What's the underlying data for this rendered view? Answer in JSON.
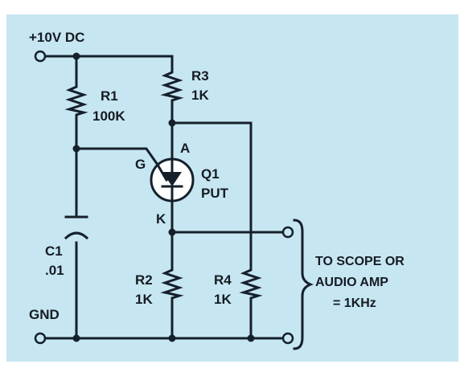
{
  "colors": {
    "panel": "#c6e6f2",
    "ink": "#15202a",
    "paper": "#ffffff"
  },
  "supply": {
    "label": "+10V DC"
  },
  "ground": {
    "label": "GND"
  },
  "r1": {
    "name": "R1",
    "value": "100K"
  },
  "r3": {
    "name": "R3",
    "value": "1K"
  },
  "r2": {
    "name": "R2",
    "value": "1K"
  },
  "r4": {
    "name": "R4",
    "value": "1K"
  },
  "c1": {
    "name": "C1",
    "value": ".01"
  },
  "q1": {
    "name": "Q1",
    "type": "PUT",
    "anode": "A",
    "gate": "G",
    "cathode": "K"
  },
  "output_note": {
    "line1": "TO SCOPE OR",
    "line2": "AUDIO AMP",
    "line3": "= 1KHz"
  }
}
